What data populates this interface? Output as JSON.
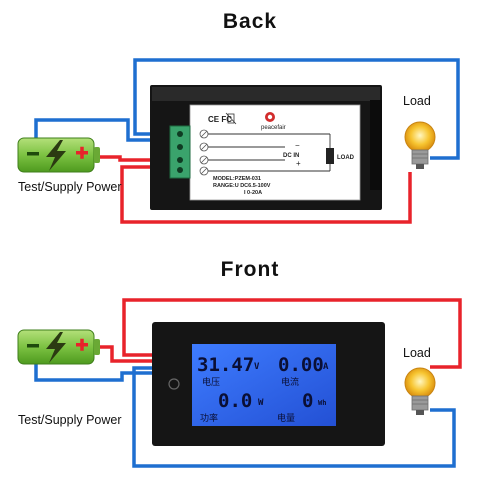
{
  "back": {
    "title": "Back",
    "label_load": "Load",
    "label_supply": "Test/Supply Power",
    "sticker": {
      "ce_mark": "CE FC",
      "brand": "peacefair",
      "model_label": "MODEL:PZEM-031",
      "range_label": "RANGE:U DC6.5-100V",
      "current_label": "I  0-20A",
      "dc_in": "DC IN",
      "load": "LOAD",
      "minus": "−",
      "plus": "+"
    }
  },
  "front": {
    "title": "Front",
    "label_load": "Load",
    "label_supply": "Test/Supply Power",
    "display": {
      "voltage": {
        "value": "31.47",
        "unit": "V",
        "label": "电压"
      },
      "current": {
        "value": "0.00",
        "unit": "A",
        "label": "电流"
      },
      "power": {
        "value": "0.0",
        "unit": "W",
        "label": "功率"
      },
      "energy": {
        "value": "0",
        "unit": "Wh",
        "label": "电量"
      }
    }
  },
  "colors": {
    "positive_wire": "#e8232b",
    "negative_wire": "#1e6fd0",
    "battery_green": "#7cc242",
    "lcd_blue": "#2f63e6"
  }
}
